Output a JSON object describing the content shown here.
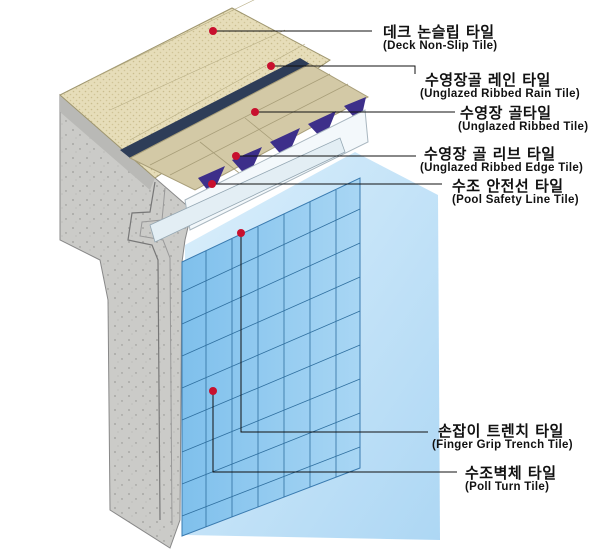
{
  "callouts": [
    {
      "ko": "데크 논슬립 타일",
      "en": "(Deck Non-Slip Tile)"
    },
    {
      "ko": "수영장골 레인 타일",
      "en": "(Unglazed Ribbed Rain Tile)"
    },
    {
      "ko": "수영장 골타일",
      "en": "(Unglazed Ribbed Tile)"
    },
    {
      "ko": "수영장 골 리브 타일",
      "en": "(Unglazed Ribbed Edge Tile)"
    },
    {
      "ko": "수조 안전선 타일",
      "en": "(Pool Safety Line Tile)"
    },
    {
      "ko": "손잡이 트렌치 타일",
      "en": "(Finger Grip Trench Tile)"
    },
    {
      "ko": "수조벽체 타일",
      "en": "(Poll Turn Tile)"
    }
  ],
  "colors": {
    "marker": "#c8102e",
    "concrete": "#c9c9c6",
    "concrete_dark": "#a9a9a6",
    "deck_tile": "#e5dcb8",
    "rain_tile": "#2e3d58",
    "ribbed_tile": "#d2c8a4",
    "edge_tile": "#3d2f8a",
    "pool_tile": "#8fc9ee",
    "water": "#bfe1f7"
  }
}
